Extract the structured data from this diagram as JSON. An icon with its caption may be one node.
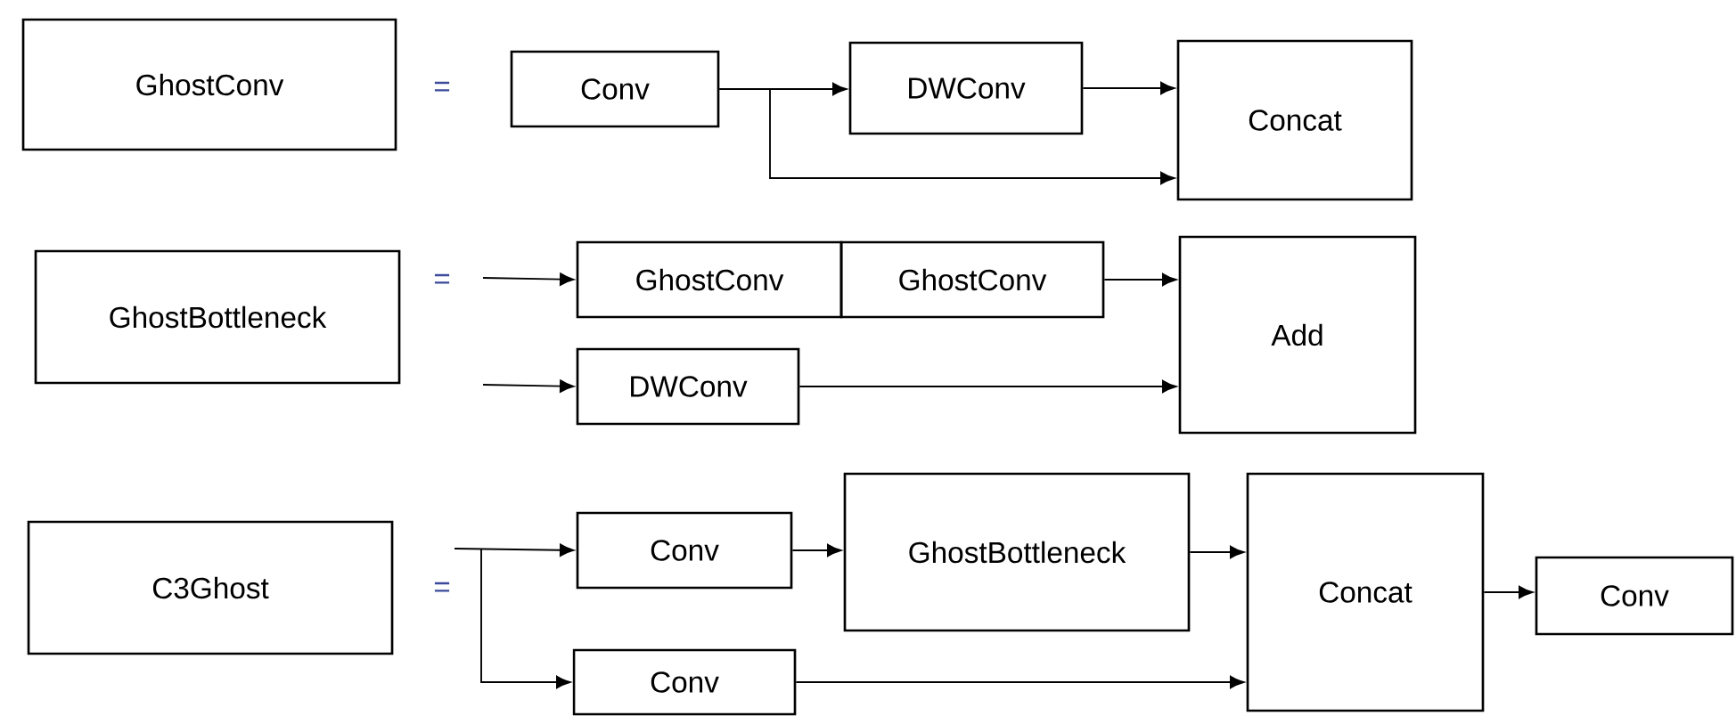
{
  "diagram": {
    "nodes": [
      {
        "text": [
          "GhostConv"
        ]
      },
      {
        "text": [
          "Conv"
        ]
      },
      {
        "text": [
          "DWConv"
        ]
      },
      {
        "text": [
          "Concat"
        ]
      },
      {
        "text": [
          "GhostBottleneck"
        ]
      },
      {
        "text": [
          "GhostConv"
        ]
      },
      {
        "text": [
          "GhostConv"
        ]
      },
      {
        "text": [
          "DWConv"
        ]
      },
      {
        "text": [
          "Add"
        ]
      },
      {
        "text": [
          "C3Ghost"
        ]
      },
      {
        "text": [
          "Conv"
        ]
      },
      {
        "text": [
          "GhostBottleneck"
        ]
      },
      {
        "text": [
          "Concat"
        ]
      },
      {
        "text": [
          "Conv"
        ]
      },
      {
        "text": [
          "Conv"
        ]
      }
    ],
    "edges": [
      {
        "from": 1,
        "to": 2,
        "arrow": "to"
      },
      {
        "from": 1,
        "to": 3,
        "arrow": "to"
      },
      {
        "from": 2,
        "to": 3,
        "arrow": "to"
      },
      {
        "from": null,
        "to": 5,
        "arrow": "to"
      },
      {
        "from": null,
        "to": 7,
        "arrow": "to"
      },
      {
        "from": 6,
        "to": 8,
        "arrow": "to"
      },
      {
        "from": 7,
        "to": 8,
        "arrow": "to"
      },
      {
        "from": null,
        "to": 10,
        "arrow": "to"
      },
      {
        "from": null,
        "to": 14,
        "arrow": "to"
      },
      {
        "from": 10,
        "to": 11,
        "arrow": "to"
      },
      {
        "from": 11,
        "to": 12,
        "arrow": "to"
      },
      {
        "from": 14,
        "to": 12,
        "arrow": "to"
      },
      {
        "from": 12,
        "to": 13,
        "arrow": "to"
      }
    ],
    "labels": [
      "=",
      "=",
      "="
    ]
  }
}
